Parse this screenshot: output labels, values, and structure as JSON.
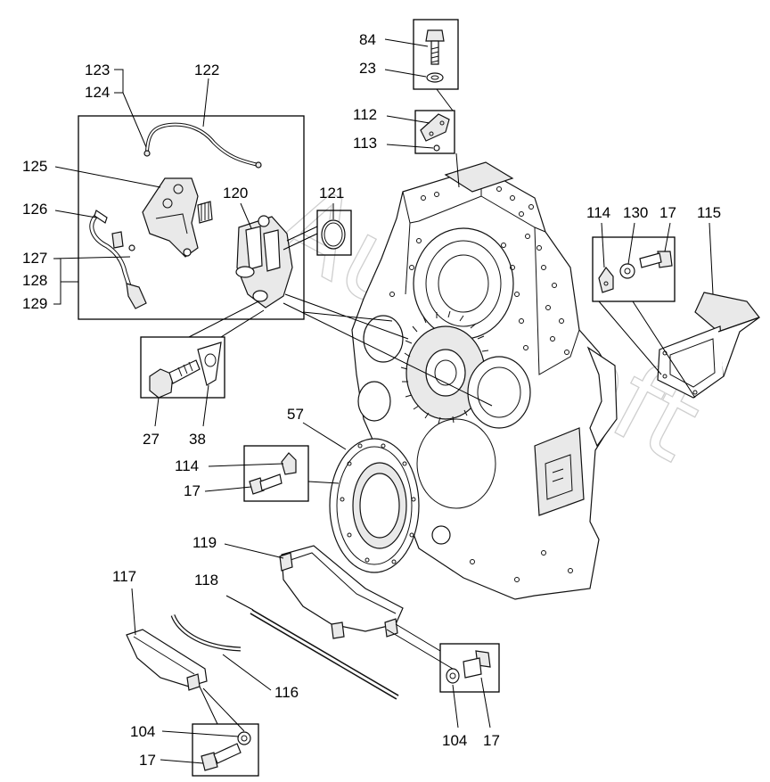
{
  "labels": {
    "l84": "84",
    "l23": "23",
    "l112": "112",
    "l113": "113",
    "l123": "123",
    "l124": "124",
    "l122": "122",
    "l125": "125",
    "l126": "126",
    "l127": "127",
    "l128": "128",
    "l129": "129",
    "l120": "120",
    "l121": "121",
    "l114a": "114",
    "l130": "130",
    "l17a": "17",
    "l115": "115",
    "l57": "57",
    "l27": "27",
    "l38": "38",
    "l114b": "114",
    "l17b": "17",
    "l119": "119",
    "l117": "117",
    "l118": "118",
    "l116": "116",
    "l104a": "104",
    "l17c": "17",
    "l104b": "104",
    "l17d": "17"
  },
  "watermark": "AutoSoft"
}
